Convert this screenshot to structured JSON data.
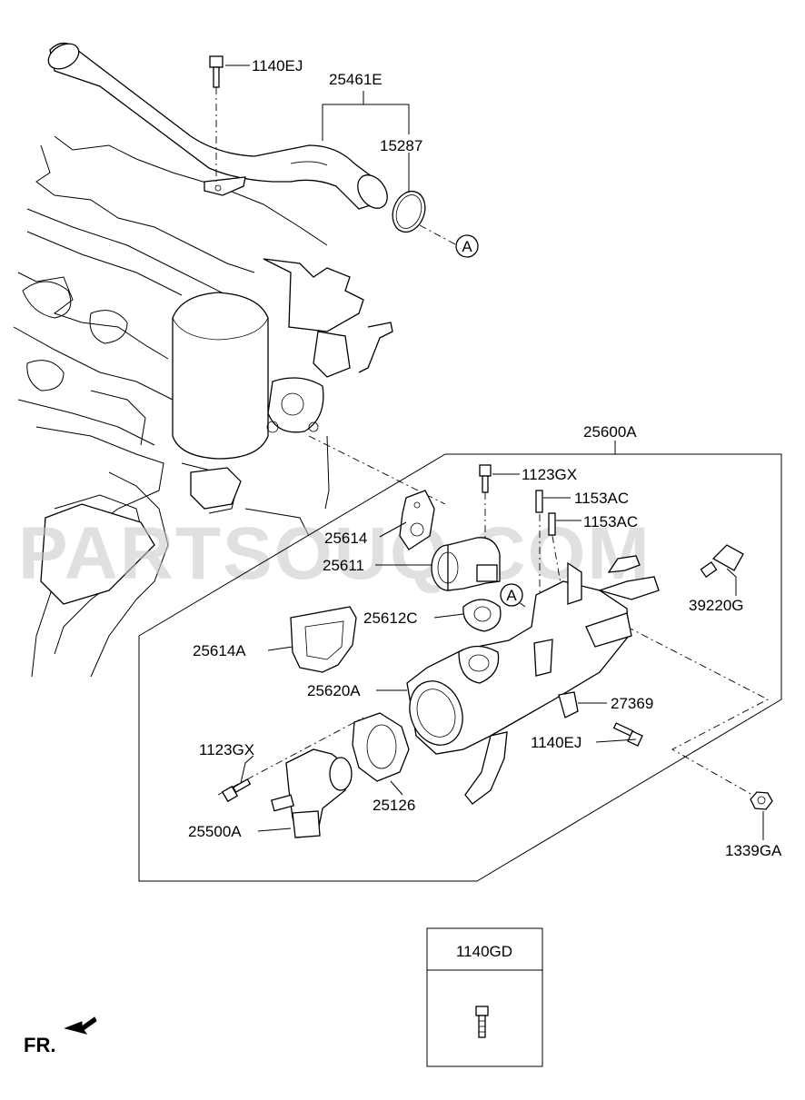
{
  "watermark": "PARTSOUQ.COM",
  "direction_label": "FR.",
  "reference_mark": "A",
  "assembly_label": "25600A",
  "callouts": {
    "bolt_top": "1140EJ",
    "pipe": "25461E",
    "oring": "15287",
    "bolt_assy": "1123GX",
    "pin_1": "1153AC",
    "pin_2": "1153AC",
    "gasket_upper": "25614",
    "fitting": "25611",
    "gasket_ring": "25612C",
    "sensor": "39220G",
    "gasket_plate": "25614A",
    "housing": "25620A",
    "bracket": "27369",
    "bolt_bracket": "1140EJ",
    "bolt_thermostat": "1123GX",
    "thermostat_gasket": "25126",
    "thermostat": "25500A",
    "nut": "1339GA"
  },
  "legend_box": {
    "part_number": "1140GD"
  }
}
